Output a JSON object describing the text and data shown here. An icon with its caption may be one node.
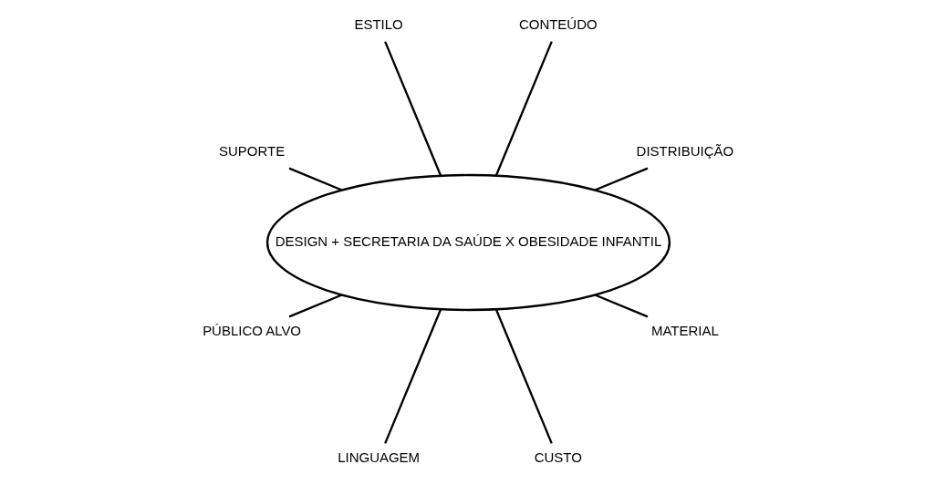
{
  "diagram": {
    "nodes": [
      {
        "text": [
          "DESIGN + SECRETARIA DA SAÚDE X OBESIDADE INFANTIL"
        ]
      },
      {
        "text": [
          "DISTRIBUIÇÃO"
        ]
      },
      {
        "text": [
          "MATERIAL"
        ]
      },
      {
        "text": [
          "CONTEÚDO"
        ]
      },
      {
        "text": [
          "CUSTO"
        ]
      },
      {
        "text": [
          "ESTILO"
        ]
      },
      {
        "text": [
          "LINGUAGEM"
        ]
      },
      {
        "text": [
          "SUPORTE"
        ]
      },
      {
        "text": [
          "PÚBLICO ALVO"
        ]
      }
    ],
    "edges": [
      {
        "from": 0,
        "to": 1,
        "arrow": "none"
      },
      {
        "from": 0,
        "to": 2,
        "arrow": "none"
      },
      {
        "from": 0,
        "to": 3,
        "arrow": "none"
      },
      {
        "from": 0,
        "to": 4,
        "arrow": "none"
      },
      {
        "from": 0,
        "to": 5,
        "arrow": "none"
      },
      {
        "from": 0,
        "to": 6,
        "arrow": "none"
      },
      {
        "from": 0,
        "to": 7,
        "arrow": "none"
      },
      {
        "from": 0,
        "to": 8,
        "arrow": "none"
      }
    ]
  }
}
